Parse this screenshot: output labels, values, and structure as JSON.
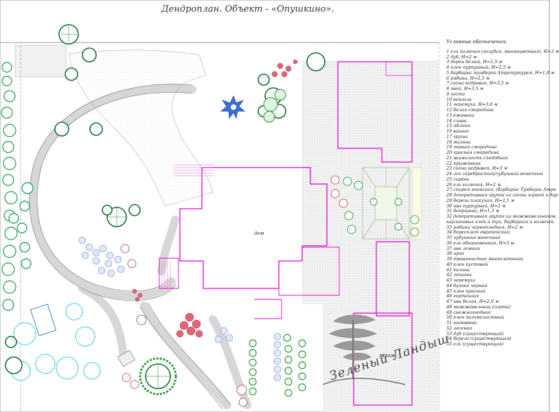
{
  "title": "Дендроплан. Объект - «Опушкино».",
  "labels": {
    "house": "дом",
    "garage": "гараж"
  },
  "logo_text": "Зеленый Ландыш",
  "legend": {
    "title": "Условные обозначения:",
    "items": [
      "1  ель колючая (голубая, многоцветная), Н=3 м",
      "2  дуб, Н=2 м",
      "3  дерен белый, Н=1,5 м",
      "4  клен пурпурный, Н=2,5 м",
      "5  барбарис тунберга Атропурпурея, Н=1,0 м",
      "6  рябина, Н=2,5 м",
      "7  сосна кедровая, Н=3,5 м",
      "8  хвоя, Н=3,5 м",
      "9  хоста",
      "10  вейгела",
      "11  черемуха, Н=3,0 м",
      "12  белая смородина",
      "13  ежевика",
      "14  слива",
      "15  яблоня",
      "16  вишня",
      "17  груша",
      "18  малина",
      "19  черная смородина",
      "20  красная смородина",
      "21  жимолость съедобная",
      "22  крыжовник",
      "23  сосна кедровая, Н=3 м",
      "24  лох серебристый/чубушник венечный",
      "25  сирень",
      "26  ель колючая, Н=2 м",
      "27  спирея японская, (барбарис Тунберга Атро",
      "28  декоративная группа из сосны горной и бар",
      "29  береза плакучая, Н=2,5 м",
      "30  ива пурпурная, Н=2 м",
      "31  бояршник, Н=1,5 м",
      "32  декоративная группа из можжевельников,",
      "     карликовых елей и туи, барбариса и колючей",
      "33  рябина черноплодная, Н=2 м",
      "34  бересклет европейский",
      "35  чубушник венечный",
      "36  ель обыкновенная, Н=3 м",
      "37  ива ломкая",
      "38  ирга",
      "39  травянистые многолетники",
      "40  клен кустовой",
      "41  калина",
      "42  лещина",
      "43  черемуха",
      "44  бузина черная",
      "45  клен красный",
      "46  гортензия",
      "47  ива белая, Н=2,0 м",
      "48  можжевельник (сорта)",
      "49  снежноягодник",
      "50  клен пальмолистный",
      "51  шиповник",
      "52  лесенка",
      "53  дуб (существующий)",
      "54  береза (существующая)",
      "55  ель (существующая)"
    ]
  }
}
